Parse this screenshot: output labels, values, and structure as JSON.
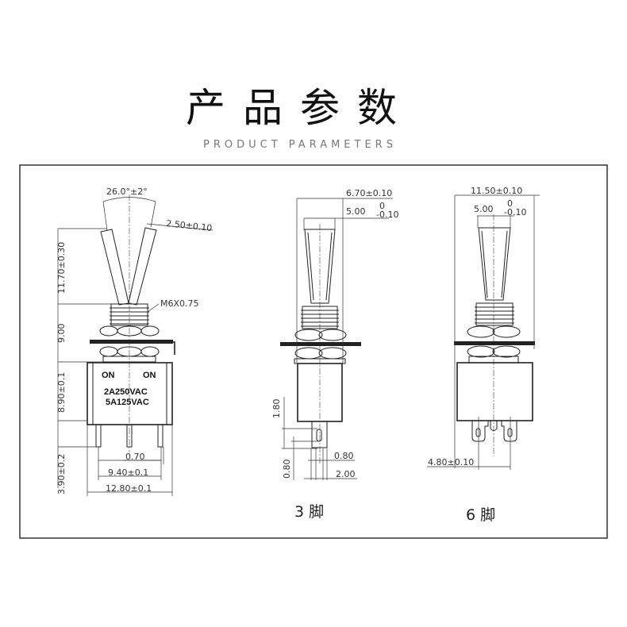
{
  "header": {
    "title": "产品参数",
    "subtitle": "PRODUCT PARAMETERS"
  },
  "left_view": {
    "angle": "26.0°±2°",
    "lever_width": "2.50±0.10",
    "lever_height": "11.70±0.30",
    "thread": "M6X0.75",
    "bushing_height": "9.00",
    "body_height": "8.90±0.1",
    "pin_length": "3.90±0.2",
    "pin_width": "0.70",
    "pin_pitch": "9.40±0.1",
    "body_width": "12.80±0.1",
    "marking": {
      "on_left": "ON",
      "on_right": "ON",
      "rating1": "2A250VAC",
      "rating2": "5A125VAC"
    }
  },
  "three_pin_view": {
    "overall_width": "6.70±0.10",
    "lever_width": "5.00",
    "lever_tol_upper": "0",
    "lever_tol_lower": "-0.10",
    "slot_length": "1.80",
    "slot_width": "0.80",
    "pin_thickness": "0.80",
    "pin_width": "2.00",
    "caption": "3 脚"
  },
  "six_pin_view": {
    "overall_width": "11.50±0.10",
    "lever_width": "5.00",
    "lever_tol_upper": "0",
    "lever_tol_lower": "-0.10",
    "pin_pitch": "4.80±0.10",
    "caption": "6 脚"
  }
}
